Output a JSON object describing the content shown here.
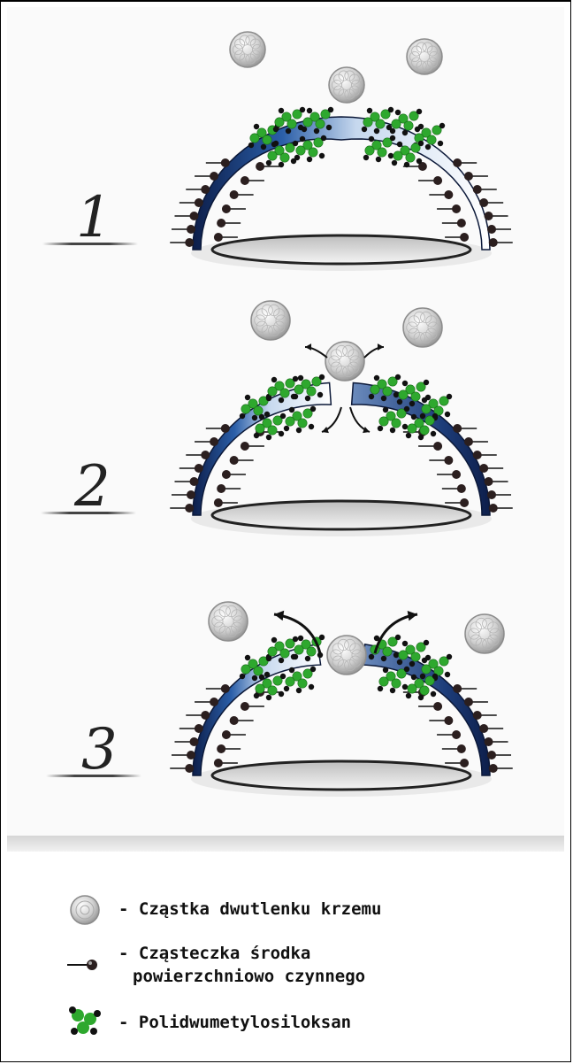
{
  "steps": [
    {
      "number": "1"
    },
    {
      "number": "2"
    },
    {
      "number": "3"
    }
  ],
  "legend": {
    "silica": "- Cząstka dwutlenku krzemu",
    "surfactant_line1": "- Cząsteczka środka",
    "surfactant_line2": "powierzchniowo czynnego",
    "pdms": "- Polidwumetylosiloksan"
  }
}
